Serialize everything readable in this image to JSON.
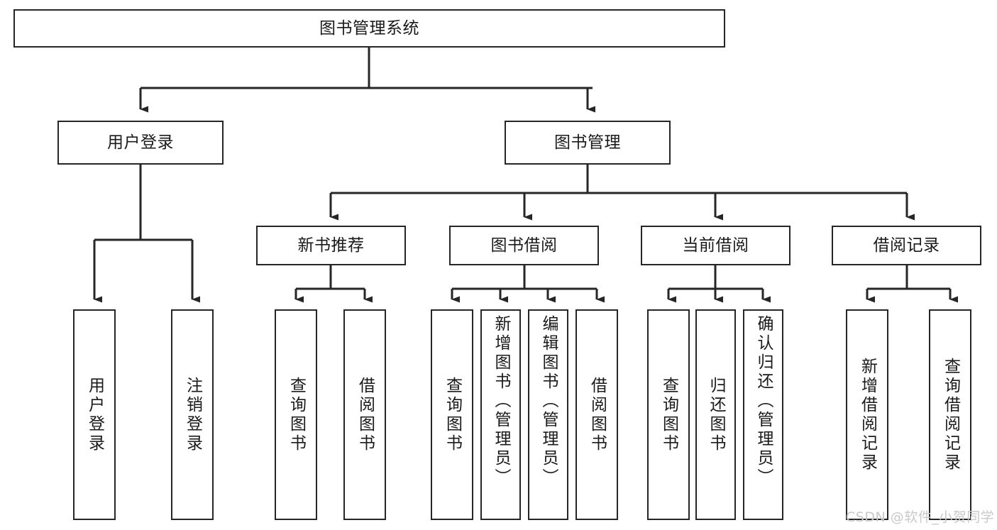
{
  "diagram": {
    "title_node": {
      "label": "图书管理系统"
    },
    "tier2": [
      {
        "id": "user-login",
        "label": "用户登录"
      },
      {
        "id": "book-management",
        "label": "图书管理"
      }
    ],
    "tier3": [
      {
        "id": "new-book-recommend",
        "label": "新书推荐"
      },
      {
        "id": "book-borrow",
        "label": "图书借阅"
      },
      {
        "id": "current-borrow",
        "label": "当前借阅"
      },
      {
        "id": "borrow-record",
        "label": "借阅记录"
      }
    ],
    "leaves": [
      {
        "id": "leaf-user-login",
        "label": "用户登录",
        "parent": "user-login"
      },
      {
        "id": "leaf-logout-login",
        "label": "注销登录",
        "parent": "user-login"
      },
      {
        "id": "leaf-query-book-1",
        "label": "查询图书",
        "parent": "new-book-recommend"
      },
      {
        "id": "leaf-borrow-book-1",
        "label": "借阅图书",
        "parent": "new-book-recommend"
      },
      {
        "id": "leaf-query-book-2",
        "label": "查询图书",
        "parent": "book-borrow"
      },
      {
        "id": "leaf-add-book",
        "label": "新增图书（管理员）",
        "parent": "book-borrow"
      },
      {
        "id": "leaf-edit-book",
        "label": "编辑图书（管理员）",
        "parent": "book-borrow"
      },
      {
        "id": "leaf-borrow-book-2",
        "label": "借阅图书",
        "parent": "book-borrow"
      },
      {
        "id": "leaf-query-book-3",
        "label": "查询图书",
        "parent": "current-borrow"
      },
      {
        "id": "leaf-return-book",
        "label": "归还图书",
        "parent": "current-borrow"
      },
      {
        "id": "leaf-confirm-return",
        "label": "确认归还（管理员）",
        "parent": "current-borrow"
      },
      {
        "id": "leaf-add-record",
        "label": "新增借阅记录",
        "parent": "borrow-record"
      },
      {
        "id": "leaf-query-record",
        "label": "查询借阅记录",
        "parent": "borrow-record"
      }
    ],
    "watermark": "CSDN @软件_小贺同学",
    "colors": {
      "stroke": "#262626",
      "fill": "#ffffff",
      "text": "#1a1a1a",
      "watermark": "#c9c9c9"
    }
  }
}
